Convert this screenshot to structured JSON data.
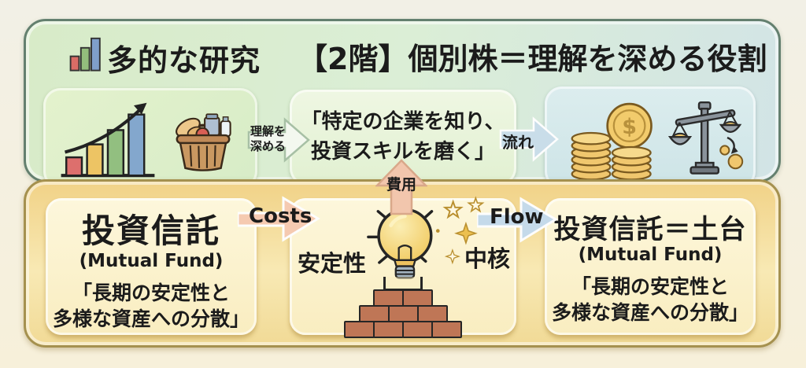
{
  "floor2": {
    "header": {
      "icon": "bar-chart-icon",
      "label": "多的な研究",
      "title": "【2階】個別株＝理解を深める役割"
    },
    "left_box": {
      "icons": [
        "growth-chart-icon",
        "grocery-basket-icon"
      ]
    },
    "arrow_understand": {
      "line1": "理解を",
      "line2": "深める"
    },
    "quote_box": {
      "line1": "「特定の企業を知り、",
      "line2": "投資スキルを磨く」"
    },
    "arrow_nagare": {
      "label": "流れ"
    },
    "right_box": {
      "icons": [
        "coin-stack-icon",
        "balance-scale-icon"
      ]
    }
  },
  "floor1": {
    "left_box": {
      "title": "投資信託",
      "subtitle": "(Mutual Fund)",
      "quote_line1": "「長期の安定性と",
      "quote_line2": "多様な資産への分散」"
    },
    "arrow_costs": {
      "label": "Costs"
    },
    "center_box": {
      "arrow_up_label": "費用",
      "left_label": "安定性",
      "right_label": "中核",
      "icons": [
        "light-bulb-icon",
        "sparkle-stars-icon",
        "brick-foundation-icon"
      ]
    },
    "arrow_flow": {
      "label": "Flow"
    },
    "right_box": {
      "title": "投資信託＝土台",
      "subtitle": "(Mutual Fund)",
      "quote_line1": "「長期の安定性と",
      "quote_line2": "多様な資産への分散」"
    }
  },
  "colors": {
    "floor2_border": "#64806f",
    "floor2_bg_left": "#d8ebc8",
    "floor2_bg_right": "#d2e4e6",
    "floor1_border": "#a5914f",
    "floor1_bg": "#f1d287",
    "inner_cream": "#fcf4d0",
    "green_box": "#dff0ca",
    "blue_box": "#d5e8ea",
    "costs_arrow": "#f5cab1",
    "flow_arrow": "#c5daea",
    "cost_up_arrow": "#f2c6ad",
    "brick": "#bf7656",
    "coin_gold": "#f0c76e",
    "text": "#1b1b1b"
  }
}
